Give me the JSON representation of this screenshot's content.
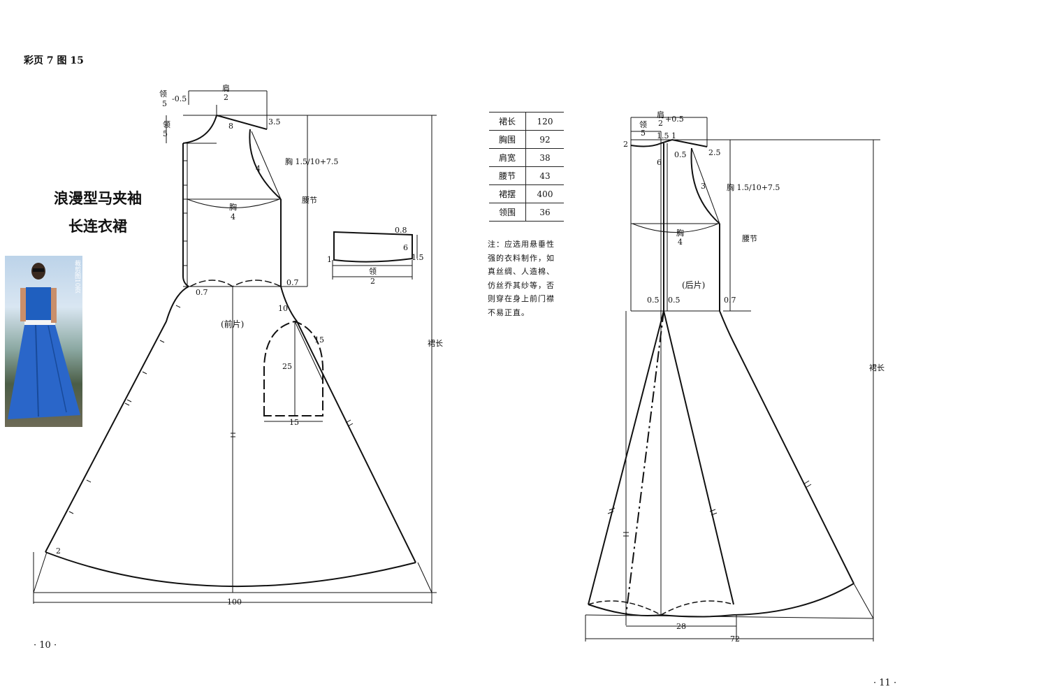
{
  "header": {
    "page_label": "彩页 7 图 15"
  },
  "title": {
    "line1": "浪漫型马夹袖",
    "line2": "长连衣裙"
  },
  "photo": {
    "caption": "裁剪图10页"
  },
  "size_table": [
    {
      "label": "裙长",
      "value": "120"
    },
    {
      "label": "胸围",
      "value": "92"
    },
    {
      "label": "肩宽",
      "value": "38"
    },
    {
      "label": "腰节",
      "value": "43"
    },
    {
      "label": "裙摆",
      "value": "400"
    },
    {
      "label": "领围",
      "value": "36"
    }
  ],
  "note": "注：应选用悬垂性强的衣料制作，如真丝绸、人造棉、仿丝乔其纱等，否则穿在身上前门襟不易正直。",
  "front": {
    "label": "(前片)",
    "neck_formula_top": "领",
    "neck_formula_bottom": "5",
    "neck_formula_extra": "-0.5",
    "shoulder_top": "肩",
    "shoulder_bottom": "2",
    "neck_depth_top": "领",
    "neck_depth_bottom": "5",
    "m_8": "8",
    "m_3_5": "3.5",
    "m_4": "4",
    "chest_formula": "胸 1.5/10+7.5",
    "chest_top": "胸",
    "chest_bottom": "4",
    "waist_label": "腰节",
    "m_0_7_left": "0.7",
    "m_0_7_right": "0.7",
    "m_10": "10",
    "m_15": "15",
    "m_25": "25",
    "m_15_bottom": "15",
    "m_2": "2",
    "length_label": "裙长",
    "hem_width": "100"
  },
  "collar": {
    "m_0_8": "0.8",
    "m_6": "6",
    "m_1_5": "1.5",
    "m_1": "1",
    "label_top": "领",
    "label_bottom": "2"
  },
  "back": {
    "label": "(后片)",
    "shoulder_top": "肩",
    "shoulder_bottom": "2",
    "shoulder_extra": "+0.5",
    "neck_top": "领",
    "neck_bottom": "5",
    "m_1_5": "1.5",
    "m_1": "1",
    "m_2": "2",
    "m_2_5": "2.5",
    "m_0_5_neck": "0.5",
    "m_6": "6",
    "m_3": "3",
    "chest_formula": "胸 1.5/10+7.5",
    "chest_top": "胸",
    "chest_bottom": "4",
    "waist_label": "腰节",
    "m_0_5_left": "0.5",
    "m_0_5_right": "0.5",
    "m_0_7": "0.7",
    "length_label": "裙长",
    "m_28": "28",
    "m_72": "72"
  },
  "pages": {
    "left": "· 10 ·",
    "right": "· 11 ·"
  }
}
